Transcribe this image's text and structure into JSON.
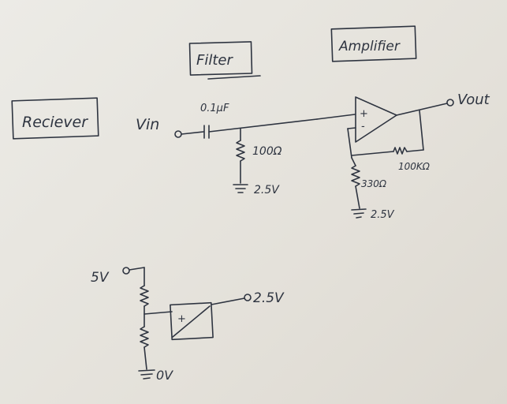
{
  "blocks": {
    "receiver": "Reciever",
    "filter": "Filter",
    "amplifier": "Amplifier"
  },
  "labels": {
    "vin": "Vin",
    "vout": "Vout",
    "capacitor": "0.1μF",
    "filter_resistor": "100Ω",
    "filter_ground": "2.5V",
    "feedback_resistor": "100KΩ",
    "gain_resistor": "330Ω",
    "amp_ground": "2.5V",
    "opamp_plus": "+",
    "opamp_minus": "-",
    "supply": "5V",
    "reference_out": "2.5V",
    "ground_0v": "0V",
    "buffer_plus": "+",
    "buffer_minus": "-"
  },
  "colors": {
    "ink": "#2e3440",
    "paper": "#e8e5df"
  }
}
